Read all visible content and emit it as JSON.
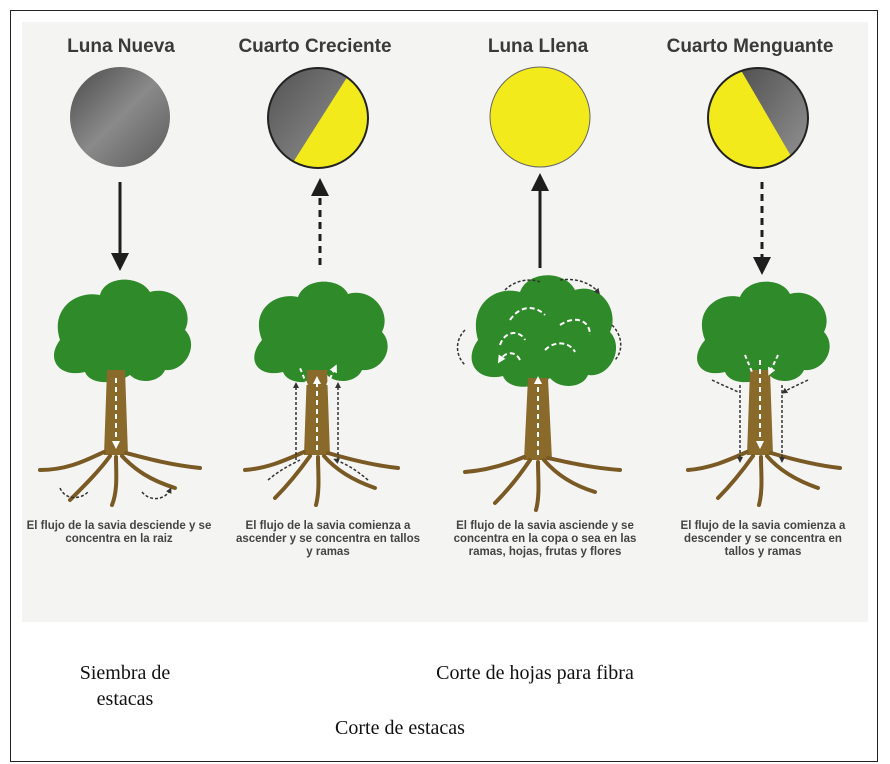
{
  "phases": [
    {
      "title": "Luna Nueva",
      "description": "El flujo de la savia desciende y se concentra en la raiz"
    },
    {
      "title": "Cuarto Creciente",
      "description": "El flujo de la savia comienza a ascender y se concentra en tallos y ramas"
    },
    {
      "title": "Luna Llena",
      "description": "El flujo de la savia asciende y se concentra en la copa o sea en las ramas, hojas, frutas y flores"
    },
    {
      "title": "Cuarto Menguante",
      "description": "El flujo de la savia comienza a descender y se concentra en tallos y ramas"
    }
  ],
  "captions": {
    "siembra": "Siembra de estacas",
    "corte_hojas": "Corte de hojas para fibra",
    "corte_estacas": "Corte de estacas"
  },
  "colors": {
    "moon_yellow": "#f2ea1a",
    "moon_dark": "#6c6c6c",
    "foliage": "#2f8a2a",
    "trunk": "#8a6a2a",
    "sap": "#ffffff",
    "arrow": "#1e1e1e"
  }
}
